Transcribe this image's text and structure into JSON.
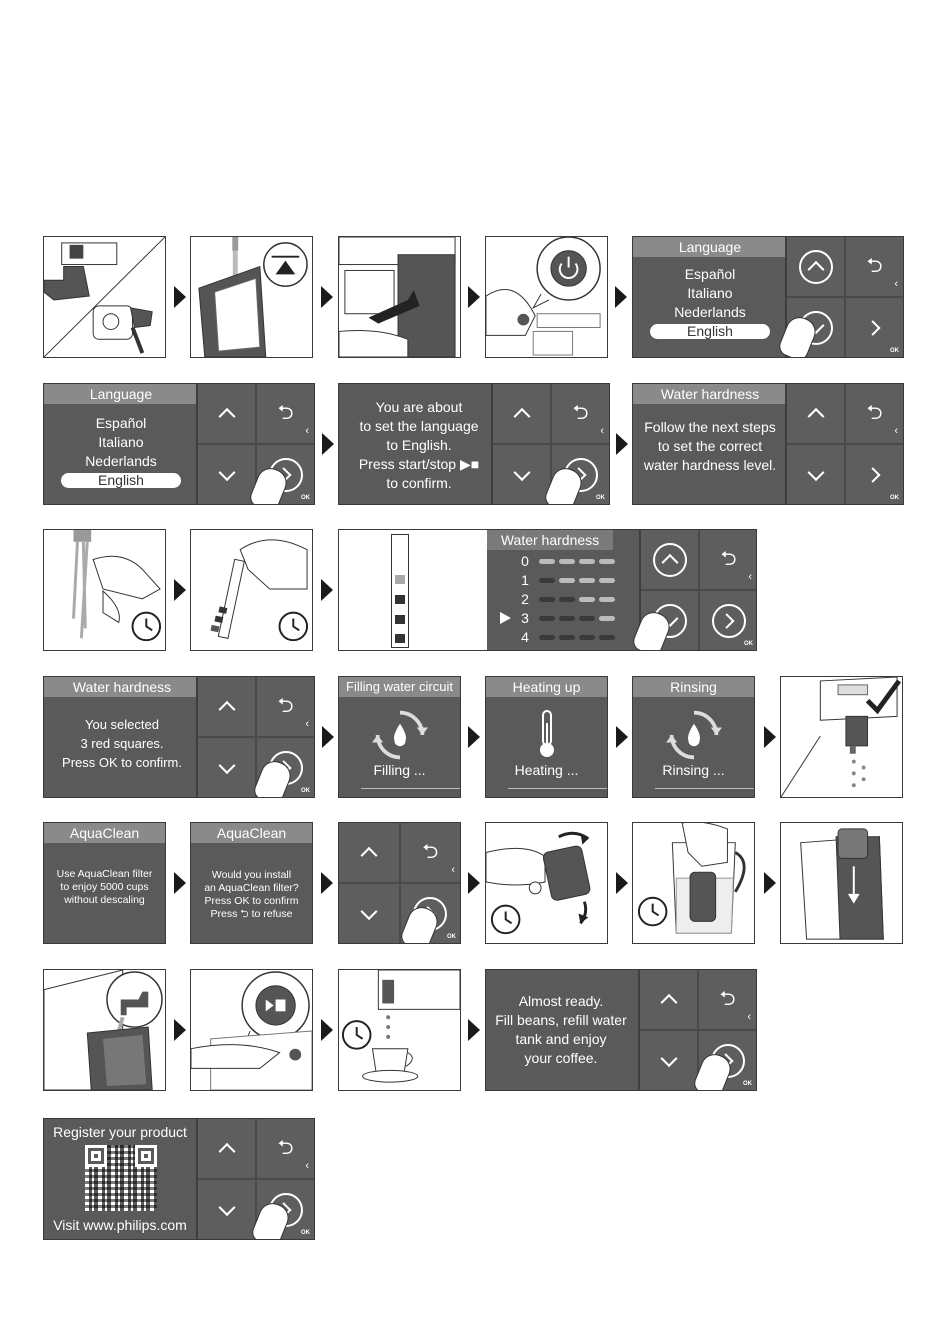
{
  "language_screen": {
    "title": "Language",
    "options": [
      "Español",
      "Italiano",
      "Nederlands"
    ],
    "selected": "English"
  },
  "confirm_language": {
    "lines": [
      "You are about",
      "to set the language",
      "to English.",
      "Press start/stop ▶■",
      "to confirm."
    ]
  },
  "water_hardness_intro": {
    "title": "Water hardness",
    "lines": [
      "Follow the next steps",
      "to set the correct",
      "water hardness level."
    ]
  },
  "water_hardness_select": {
    "title": "Water hardness",
    "levels": [
      "0",
      "1",
      "2",
      "3",
      "4"
    ],
    "selected_level": "3"
  },
  "water_hardness_confirm": {
    "title": "Water hardness",
    "lines": [
      "You selected",
      "3 red squares.",
      "Press OK to confirm."
    ]
  },
  "filling": {
    "title": "Filling water circuit",
    "status": "Filling ..."
  },
  "heating": {
    "title": "Heating up",
    "status": "Heating ..."
  },
  "rinsing": {
    "title": "Rinsing",
    "status": "Rinsing ..."
  },
  "aquaclean_info": {
    "title": "AquaClean",
    "lines": [
      "Use AquaClean filter",
      "to enjoy 5000 cups",
      "without descaling"
    ]
  },
  "aquaclean_install": {
    "title": "AquaClean",
    "lines": [
      "Would you install",
      "an AquaClean filter?",
      "Press OK to confirm",
      "Press ⮌ to refuse"
    ]
  },
  "almost_ready": {
    "lines": [
      "Almost ready.",
      "Fill beans, refill water",
      "tank and enjoy",
      "your coffee."
    ]
  },
  "register": {
    "title": "Register your product",
    "footer": "Visit www.philips.com"
  },
  "buttons": {
    "back_symbol": "⮌",
    "lt_symbol": "‹",
    "ok_label": "OK"
  },
  "colors": {
    "screen_bg": "#5a5a5a",
    "title_bar": "#8a8a8a",
    "outline": "#3a3a3a"
  }
}
